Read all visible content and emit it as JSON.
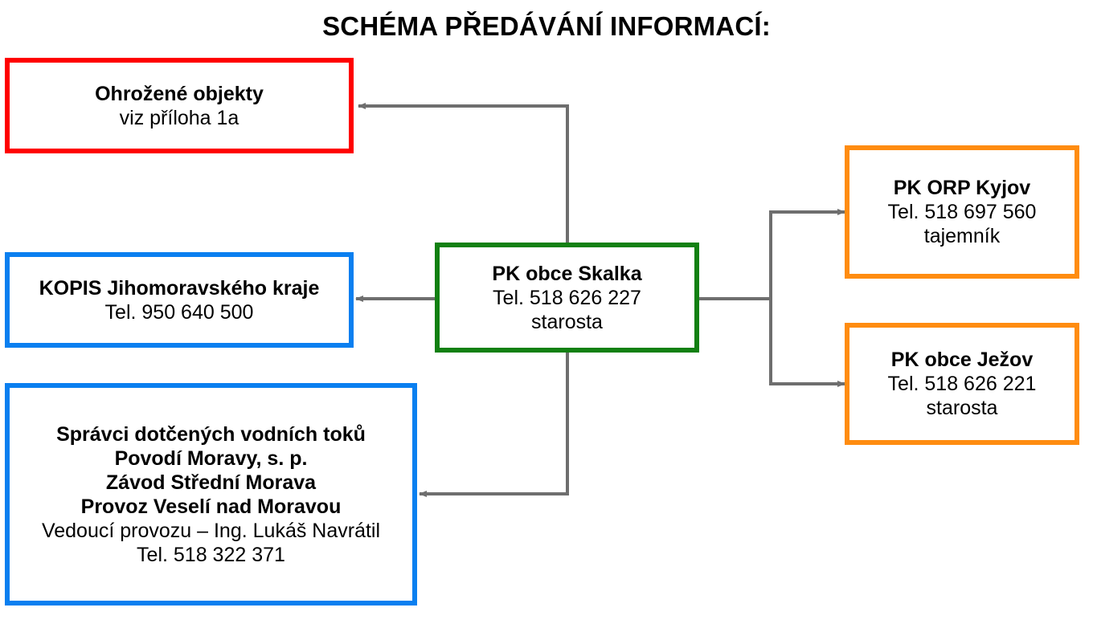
{
  "title": "SCHÉMA PŘEDÁVÁNÍ INFORMACÍ:",
  "colors": {
    "red": "#ff0000",
    "blue": "#0a7ff0",
    "green": "#128012",
    "orange": "#ff8c10",
    "connector": "#6e6e6e"
  },
  "nodes": {
    "threatened": {
      "lines": [
        "Ohrožené objekty",
        "viz příloha 1a"
      ]
    },
    "kopis": {
      "lines": [
        "KOPIS Jihomoravského kraje",
        "Tel. 950 640 500"
      ]
    },
    "spravci": {
      "lines": [
        "Správci dotčených vodních toků",
        "Povodí Moravy, s. p.",
        "Závod Střední Morava",
        "Provoz Veselí nad Moravou",
        "Vedoucí provozu – Ing. Lukáš Navrátil",
        "Tel. 518 322 371"
      ]
    },
    "center": {
      "lines": [
        "PK obce Skalka",
        "Tel. 518 626 227",
        "starosta"
      ]
    },
    "orp": {
      "lines": [
        "PK ORP Kyjov",
        "Tel. 518 697 560",
        "tajemník"
      ]
    },
    "jezov": {
      "lines": [
        "PK obce Ježov",
        "Tel. 518 626 221",
        "starosta"
      ]
    }
  },
  "edges": [
    {
      "from": "center",
      "to": "threatened"
    },
    {
      "from": "center",
      "to": "kopis"
    },
    {
      "from": "center",
      "to": "spravci"
    },
    {
      "from": "center",
      "to": "orp"
    },
    {
      "from": "center",
      "to": "jezov"
    }
  ]
}
